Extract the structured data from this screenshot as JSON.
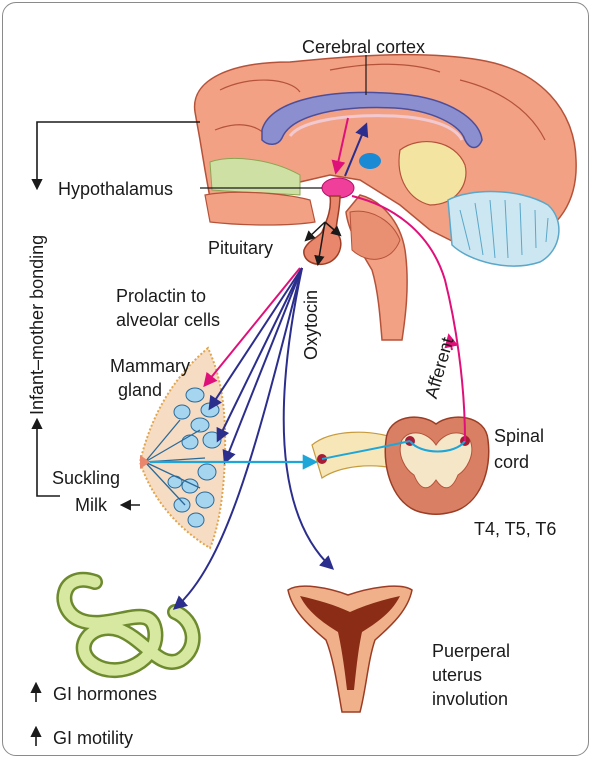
{
  "labels": {
    "cerebral_cortex": "Cerebral cortex",
    "hypothalamus": "Hypothalamus",
    "pituitary": "Pituitary",
    "prolactin_line1": "Prolactin to",
    "prolactin_line2": "alveolar cells",
    "oxytocin": "Oxytocin",
    "afferent": "Afferent",
    "mammary_line1": "Mammary",
    "mammary_line2": "gland",
    "infant_mother_bonding": "Infant–mother bonding",
    "suckling": "Suckling",
    "milk": "Milk",
    "spinal_line1": "Spinal",
    "spinal_line2": "cord",
    "segments": "T4, T5, T6",
    "gi_hormones": "GI hormones",
    "gi_motility": "GI motility",
    "uterus_line1": "Puerperal",
    "uterus_line2": "uterus",
    "uterus_line3": "involution"
  },
  "colors": {
    "prolactin_arrow": "#e0107a",
    "oxytocin_arrow": "#2b2e8c",
    "afferent_arrow": "#e0107a",
    "milk_arrow": "#1ea6d8",
    "bonding_arrow": "#1a1a1a"
  }
}
